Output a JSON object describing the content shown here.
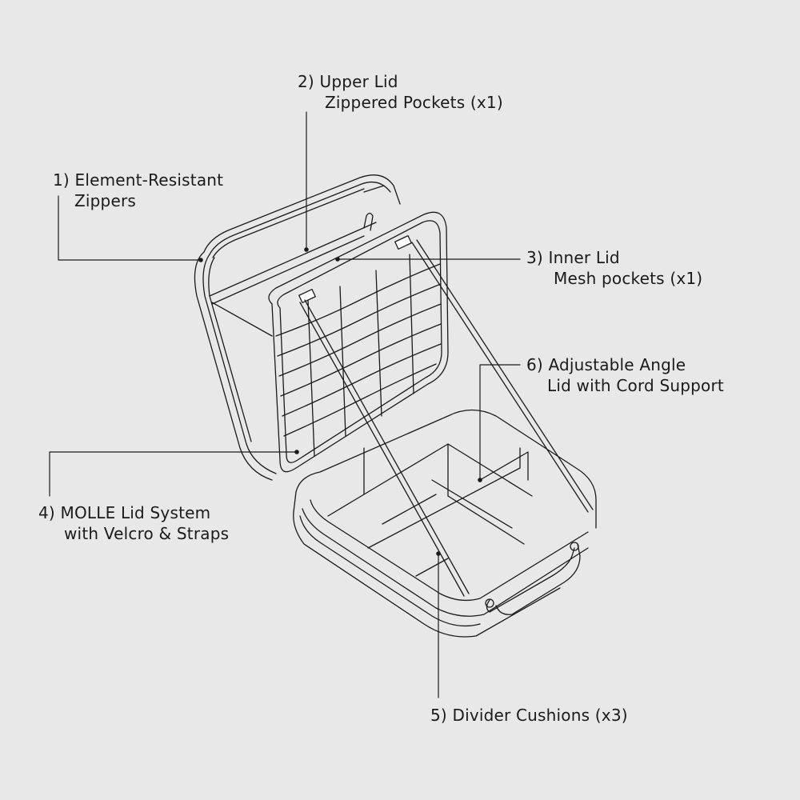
{
  "diagram": {
    "subject": "Hard-shell case with open lids, mesh pockets, dividers and handle",
    "background_color": "#e8e8e8",
    "line_color": "#1a1a1a",
    "callouts": [
      {
        "id": 1,
        "line1": "1) Element-Resistant",
        "line2": "Zippers"
      },
      {
        "id": 2,
        "line1": "2) Upper Lid",
        "line2": "Zippered Pockets (x1)"
      },
      {
        "id": 3,
        "line1": "3) Inner Lid",
        "line2": "Mesh pockets (x1)"
      },
      {
        "id": 4,
        "line1": "4) MOLLE Lid System",
        "line2": "with Velcro & Straps"
      },
      {
        "id": 5,
        "line1": "5) Divider Cushions (x3)",
        "line2": ""
      },
      {
        "id": 6,
        "line1": "6) Adjustable Angle",
        "line2": "Lid with Cord Support"
      }
    ]
  }
}
